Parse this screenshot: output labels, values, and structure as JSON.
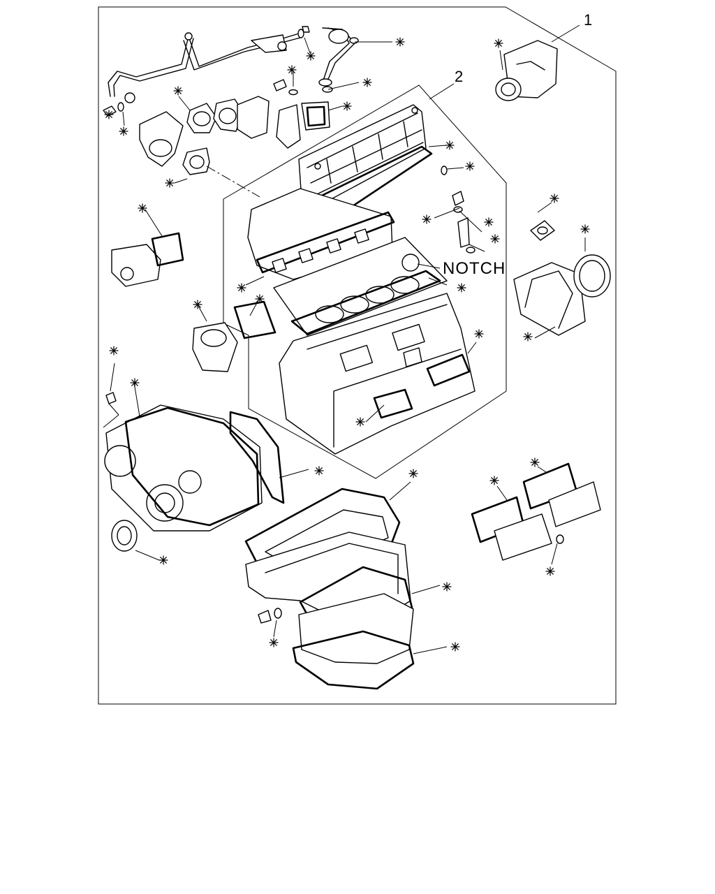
{
  "callouts": {
    "kit": "1",
    "head_set": "2"
  },
  "labels": {
    "notch": "NOTCH"
  },
  "markers": {
    "symbol": "asterisk-icon"
  },
  "colors": {
    "line": "#000000",
    "background": "#ffffff"
  }
}
